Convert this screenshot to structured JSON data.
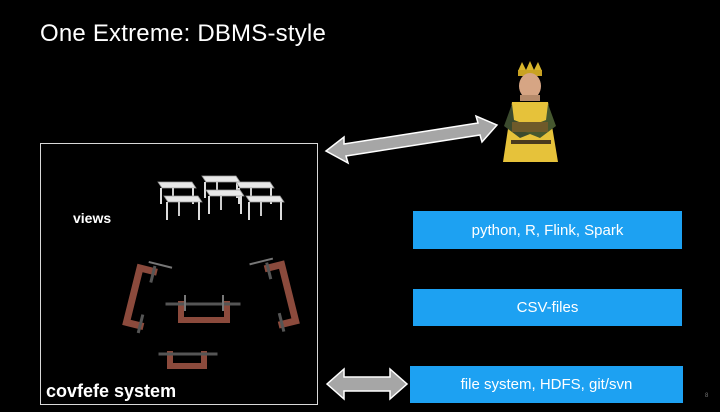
{
  "slide": {
    "title": "One Extreme: DBMS-style",
    "views_label": "views",
    "system_label": "covfefe system",
    "boxes": [
      "python, R, Flink, Spark",
      "CSV-files",
      "file system, HDFS, git/svn"
    ],
    "page_number": "8"
  },
  "colors": {
    "background": "#000000",
    "box_blue": "#1da1f2",
    "arrow_gray": "#a6a6a6",
    "king_robe": "#e6c23a"
  },
  "icons": [
    "tables-image",
    "clamps-image",
    "king-figure-image",
    "double-arrow"
  ]
}
